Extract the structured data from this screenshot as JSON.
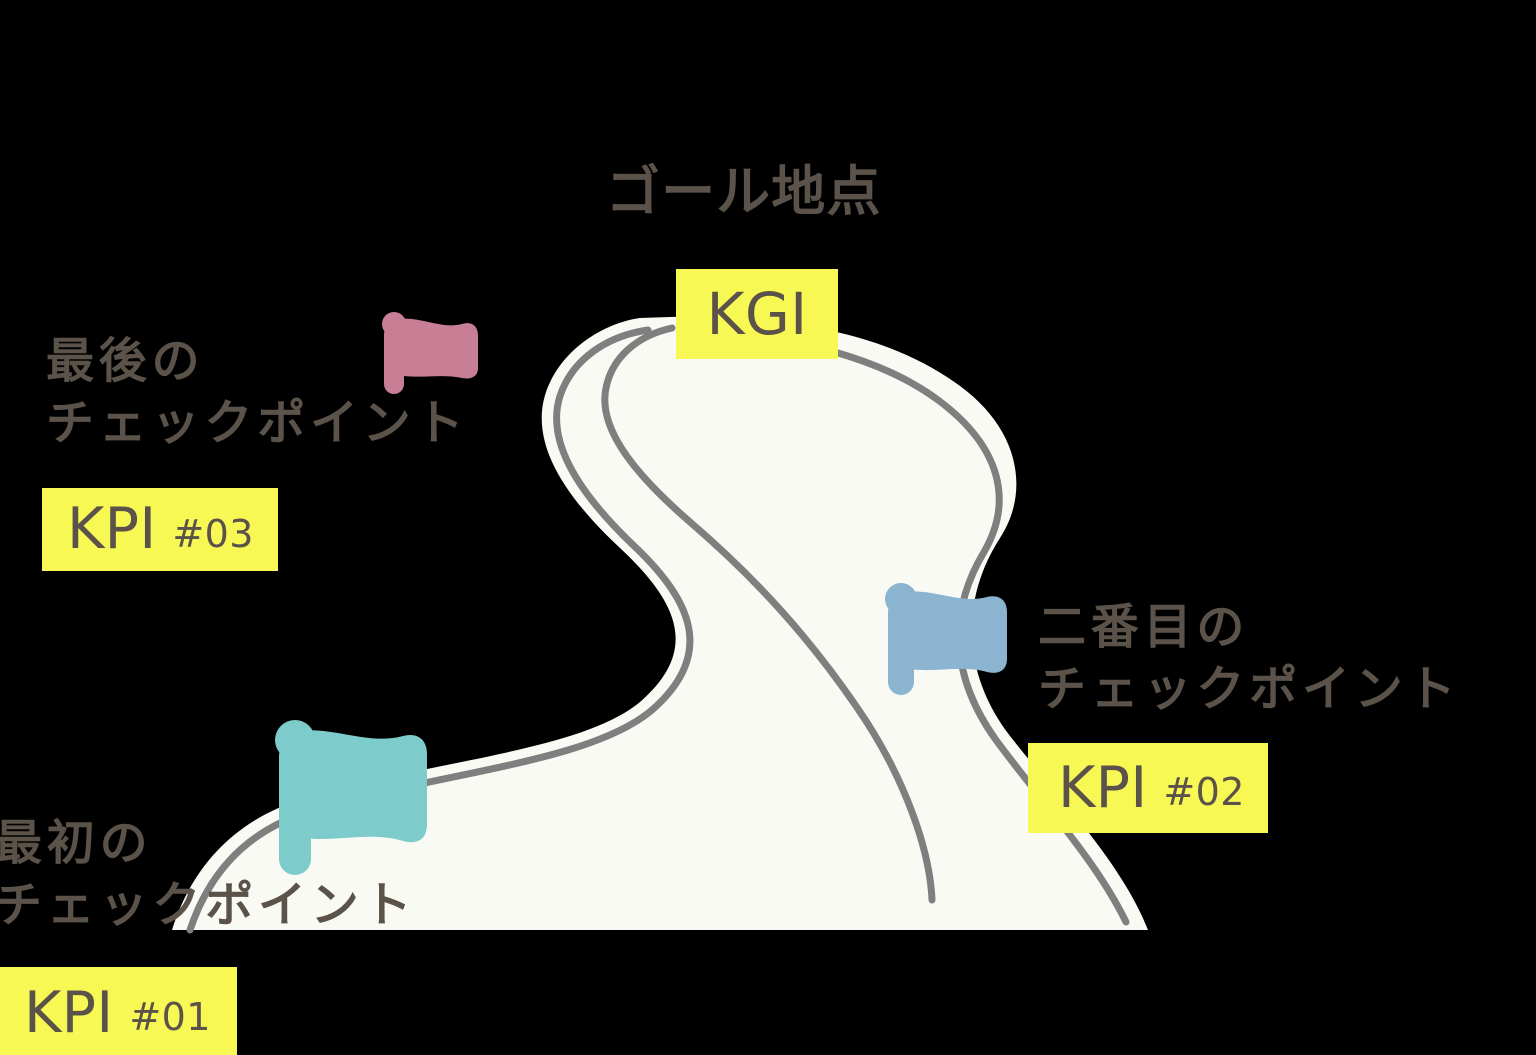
{
  "meta": {
    "title": "KGI / KPI Roadmap",
    "background_color": "#000000"
  },
  "road": {
    "fill_color": "#fafaf5",
    "stroke_color": "#7f7f7f",
    "description": "winding S-curve road from bottom-left to top-center"
  },
  "goal": {
    "heading": "ゴール地点",
    "badge_main": "KGI",
    "badge_color": "#f8f855",
    "text_color": "#5b5249"
  },
  "checkpoints": [
    {
      "id": "kpi-01",
      "line1": "最初の",
      "line2": "チェックポイント",
      "badge_main": "KPI",
      "badge_sub": "#01",
      "badge_color": "#f8f855",
      "flag_color": "#7ecbcb",
      "flag_name": "flag-teal"
    },
    {
      "id": "kpi-02",
      "line1": "二番目の",
      "line2": "チェックポイント",
      "badge_main": "KPI",
      "badge_sub": "#02",
      "badge_color": "#f8f855",
      "flag_color": "#8ab4d0",
      "flag_name": "flag-blue"
    },
    {
      "id": "kpi-03",
      "line1": "最後の",
      "line2": "チェックポイント",
      "badge_main": "KPI",
      "badge_sub": "#03",
      "badge_color": "#f8f855",
      "flag_color": "#c87f96",
      "flag_name": "flag-pink"
    }
  ]
}
